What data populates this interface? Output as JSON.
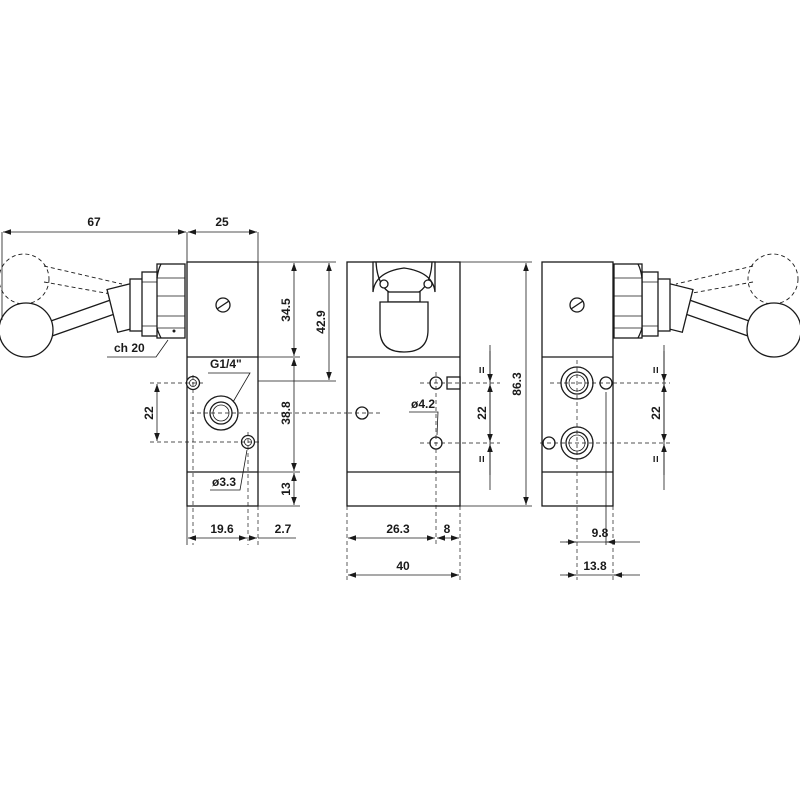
{
  "dimensions": {
    "d67": "67",
    "d25": "25",
    "d34_5": "34.5",
    "d42_9": "42.9",
    "d86_3": "86.3",
    "d22_left": "22",
    "d38_8": "38.8",
    "d13": "13",
    "d19_6": "19.6",
    "d2_7": "2.7",
    "d26_3": "26.3",
    "d8": "8",
    "d40": "40",
    "d22_mid": "22",
    "d22_right": "22",
    "d9_8": "9.8",
    "d13_8": "13.8"
  },
  "callouts": {
    "wrench": "ch 20",
    "thread": "G1/4\"",
    "hole_small": "ø3.3",
    "hole_mid": "ø4.2"
  },
  "symbols": {
    "equal": "="
  }
}
